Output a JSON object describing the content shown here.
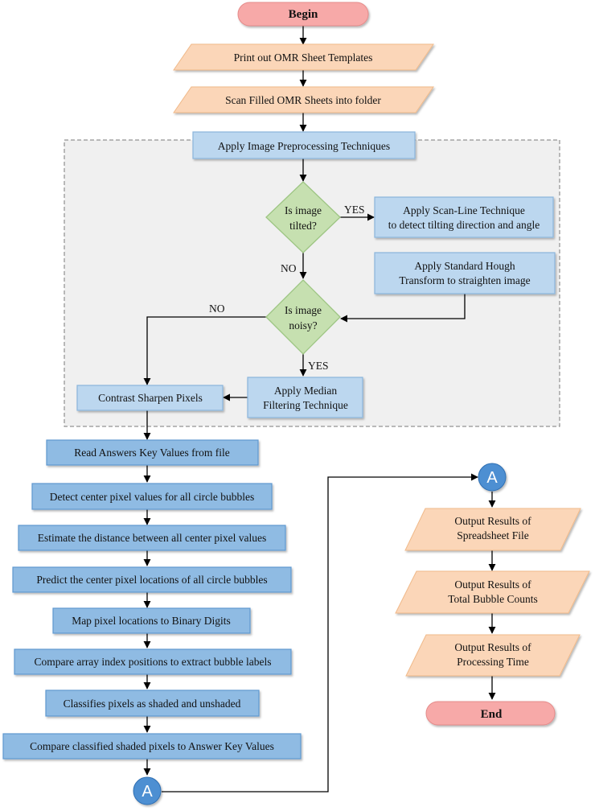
{
  "flowchart": {
    "begin": "Begin",
    "end": "End",
    "print_templates": "Print out OMR Sheet Templates",
    "scan_sheets": "Scan Filled OMR Sheets into folder",
    "preprocessing": "Apply Image Preprocessing Techniques",
    "is_tilted": [
      "Is image",
      "tilted?"
    ],
    "scan_line": [
      "Apply Scan-Line Technique",
      "to detect tilting direction and angle"
    ],
    "hough": [
      "Apply Standard Hough",
      "Transform to straighten image"
    ],
    "is_noisy": [
      "Is image",
      "noisy?"
    ],
    "median": [
      "Apply Median",
      "Filtering Technique"
    ],
    "contrast": "Contrast Sharpen Pixels",
    "read_keys": "Read Answers Key Values from file",
    "detect_center": "Detect center pixel values for all circle bubbles",
    "estimate_distance": "Estimate the distance between all center pixel values",
    "predict_center": "Predict the center pixel locations of all circle bubbles",
    "map_pixels": "Map pixel locations to Binary Digits",
    "compare_index": "Compare array index positions to extract bubble labels",
    "classify": "Classifies pixels as shaded and unshaded",
    "compare_classified": "Compare classified shaded pixels to Answer Key Values",
    "out_spreadsheet": [
      "Output Results of",
      "Spreadsheet File"
    ],
    "out_bubbles": [
      "Output Results of",
      "Total Bubble Counts"
    ],
    "out_time": [
      "Output Results of",
      "Processing Time"
    ],
    "connector": "A",
    "yes": "YES",
    "no": "NO"
  },
  "colors": {
    "terminal_fill": "#f7a9a8",
    "io_fill": "#fbd6b8",
    "process_fill": "#bcd7ef",
    "process_dark_fill": "#8fbbe3",
    "decision_fill": "#c6e0b0",
    "connector_fill": "#4e8fd2",
    "group_bg": "#f0f0f0"
  }
}
